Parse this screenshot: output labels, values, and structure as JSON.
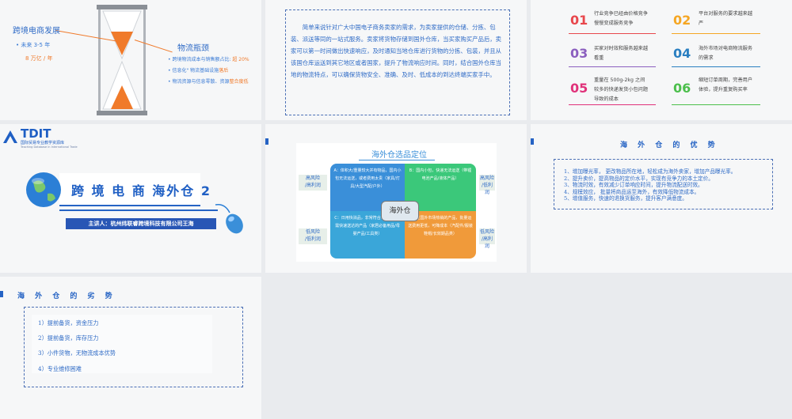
{
  "slide1": {
    "title": "跨境电商发展",
    "bullet": "• 未来 3-5 年",
    "amount": "8 万亿 / 年",
    "logistics_title": "物流瓶颈",
    "bottlenecks": [
      {
        "text": "跨境物流成本与销售额占比: ",
        "hl": "超 20%"
      },
      {
        "text": "信息化\" 物流基础设施",
        "hl": "落后"
      },
      {
        "text": "物流资源与信息零散、资源",
        "hl": "整合度低"
      }
    ]
  },
  "slide2": {
    "text": "简单来说针对广大中国电子商务卖家的需求，为卖家提供的仓储、分拣、包装、派送等同的一站式服务。卖家将货物存储到国外仓库，当买家购买产品后，卖家可以第一时间做出快速响应，及时通知当地仓库进行货物的分拣、包装，并且从该国仓库运送到其它地区或者国家，提升了物流响应时间。同时，结合国外仓库当地的物流特点，可以确保货物安全、准确、及时、低成本的到达终端买家手中。"
  },
  "slide3": {
    "items": [
      {
        "num": "01",
        "color": "#e8474c",
        "text": "行业竞争已经由价格竞争慢慢变成服务竞争"
      },
      {
        "num": "02",
        "color": "#f5a623",
        "text": "平台对服务的要求越来越严"
      },
      {
        "num": "03",
        "color": "#8b5fbf",
        "text": "买家对时效和服务越来越看重"
      },
      {
        "num": "04",
        "color": "#2a7fc1",
        "text": "海外市场对电商物流服务的需求"
      },
      {
        "num": "05",
        "color": "#e0327a",
        "text": "重量在 500g-2kg 之间较多的快递发货小包问题导致的成本"
      },
      {
        "num": "06",
        "color": "#4cbf4c",
        "text": "缩短订单周期，完善用户体验，提升重复购买率"
      }
    ]
  },
  "slide4": {
    "logo": "TDIT",
    "logo_sub1": "国际贸易专业教学资源库",
    "logo_sub2": "Teaching Database in International Trade",
    "title": "跨 境 电 商 海外仓 2",
    "speaker": "主讲人：杭州纬联睿跨境科技有限公司王海"
  },
  "slide5": {
    "title": "海外仓选品定位",
    "center": "海外仓",
    "q1": "A：体积大/重量较大并有物品，国内小包无法运送，或者费用太贵（家具/灯具/大型汽配/户外）",
    "q2": "B：国内小包，快递无法运送（带锂电池产品/液体产品）",
    "q3": "C：日用快消品，非常符合本地需求，需快速送达的产品（家居必备用品/母婴产品/工具类）",
    "q4": "D：在国外市场热销的产品，批量运送费用更低，可降成本（汽配件/服装鞋帽/长效期品类）",
    "left_top": "高风险\n/高利润",
    "left_bot": "低风险\n/低利润",
    "right_top": "高风险\n/低利润",
    "right_bot": "低风险\n/高利润",
    "colors": {
      "q1": "#3a8fd9",
      "q2": "#3bc87a",
      "q3": "#3aa6d9",
      "q4": "#f09a3a"
    }
  },
  "slide6": {
    "title": "海 外 仓 的 优 势",
    "items": [
      "1、增加曝光率，  更改物品所在地，轻松成为海外卖家，增加产品曝光率。",
      "2、提升卖价，提高物品的定价水平，实现有竞争力的本土定价。",
      "3、物流时效，有效减少订单响应时间，提升物流配送时效。",
      "4、规模效应，  批量将商品运至海外，有效降低物流成本。",
      "5、增值服务，快速的退换货服务，提升客户满意度。"
    ]
  },
  "slide7": {
    "title": "海 外 仓 的 劣 势",
    "items": [
      "1）提前备货，资金压力",
      "2）提前备货，库存压力",
      "3）小件货物，无物流成本优势",
      "4）专业维修困难"
    ]
  }
}
